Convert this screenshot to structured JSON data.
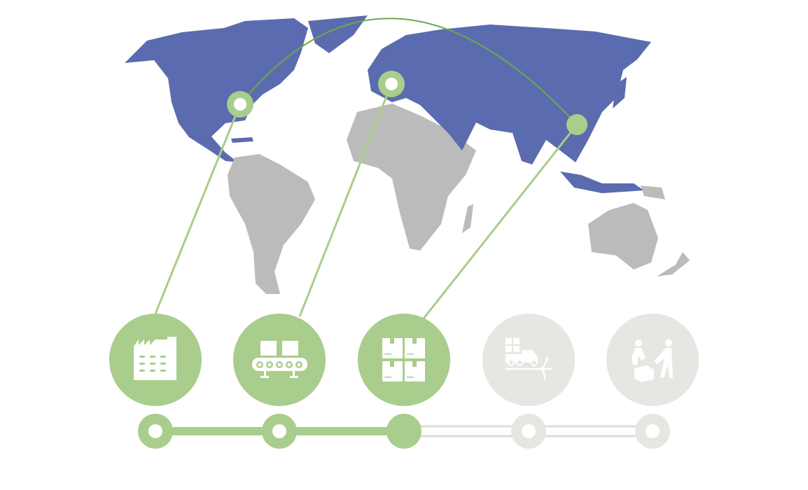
{
  "colors": {
    "active": "#a9cd8c",
    "inactive": "#e6e6e3",
    "map_highlight": "#5b6bb0",
    "map_other": "#bbbbbb",
    "route": "#6aaa48"
  },
  "progress": {
    "completed_steps": 3,
    "total_steps": 5
  },
  "steps": [
    {
      "icon": "factory-icon",
      "state": "active"
    },
    {
      "icon": "conveyor-belt-icon",
      "state": "active"
    },
    {
      "icon": "warehouse-boxes-icon",
      "state": "active"
    },
    {
      "icon": "delivery-truck-icon",
      "state": "inactive"
    },
    {
      "icon": "handover-icon",
      "state": "inactive"
    }
  ]
}
